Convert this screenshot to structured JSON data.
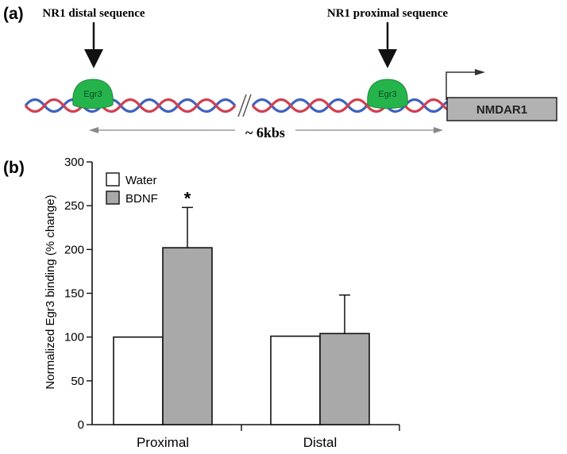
{
  "panel_a": {
    "label": "(a)",
    "distal_arrow_label": "NR1 distal sequence",
    "proximal_arrow_label": "NR1 proximal sequence",
    "egr3_left": "Egr3",
    "egr3_right": "Egr3",
    "gene_label": "NMDAR1",
    "distance_label": "~ 6kbs"
  },
  "panel_b": {
    "label": "(b)"
  },
  "colors": {
    "water_fill": "#ffffff",
    "bdnf_fill": "#a9a9a9",
    "bar_stroke": "#111111",
    "dna_red": "#d04050",
    "dna_blue": "#3f62c0",
    "egr3_green": "#25b44c",
    "gene_box": "#b2b2b2"
  },
  "chart_data": {
    "type": "bar",
    "ylabel": "Normalized Egr3 binding (% change)",
    "xlabel": "",
    "ylim": [
      0,
      300
    ],
    "yticks": [
      0,
      50,
      100,
      150,
      200,
      250,
      300
    ],
    "categories": [
      "Proximal",
      "Distal"
    ],
    "legend_position": "top-left",
    "series": [
      {
        "name": "Water",
        "values": [
          100,
          101
        ],
        "errors": [
          0,
          0
        ]
      },
      {
        "name": "BDNF",
        "values": [
          202,
          104
        ],
        "errors": [
          46,
          44
        ]
      }
    ],
    "annotations": [
      {
        "category": "Proximal",
        "series": "BDNF",
        "text": "*"
      }
    ]
  }
}
